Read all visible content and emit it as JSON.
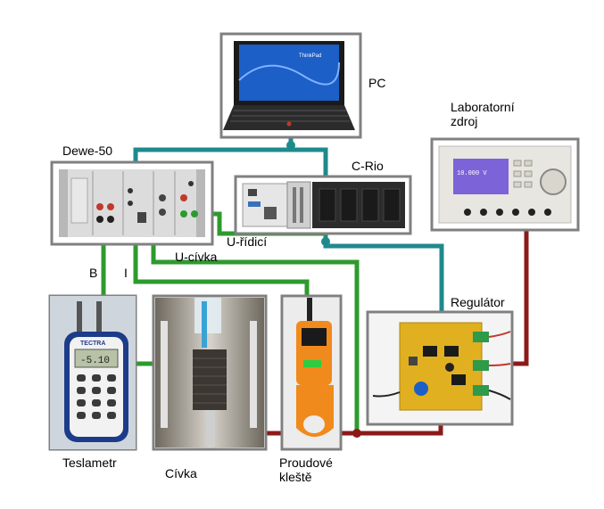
{
  "labels": {
    "pc": "PC",
    "lab_supply_line1": "Laboratorní",
    "lab_supply_line2": "zdroj",
    "dewe": "Dewe-50",
    "crio": "C-Rio",
    "u_ridici": "U-řídicí",
    "u_civka": "U-cívka",
    "b": "B",
    "i": "I",
    "regulator": "Regulátor",
    "teslametr": "Teslametr",
    "civka": "Cívka",
    "klestie_line1": "Proudové",
    "klestie_line2": "kleště"
  },
  "device_text": {
    "laptop_brand": "ThinkPad",
    "tesla_brand": "TECTRA",
    "tesla_reading": "-5.10",
    "psu_readout": "10.000 V"
  },
  "colors": {
    "frame": "#808080",
    "teal_wire": "#1f8a8c",
    "green_wire": "#2e9a2e",
    "dark_red_wire": "#8c1a1a"
  }
}
